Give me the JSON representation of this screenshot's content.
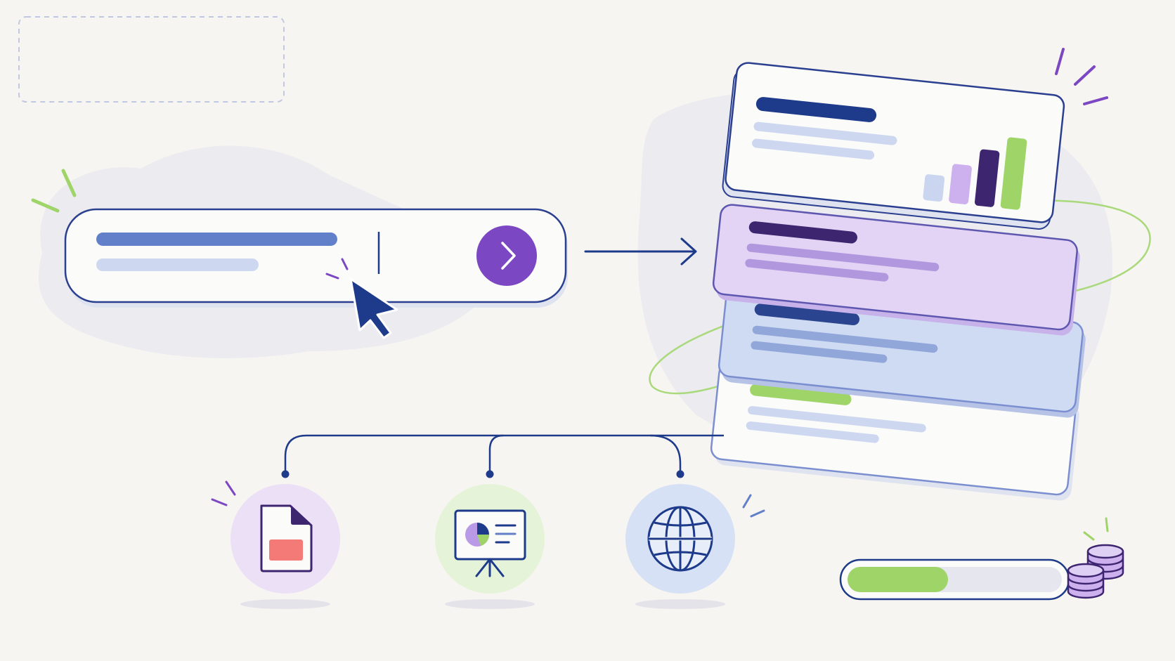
{
  "colors": {
    "background": "#f7f5f1",
    "navy": "#1e3a8a",
    "blue": "#6180c9",
    "light_blue": "#cad6f0",
    "purple": "#7b47c2",
    "lavender": "#d9c8f0",
    "dark_purple": "#3d2570",
    "green": "#9ed468",
    "coral": "#f47a78"
  },
  "search_bar": {
    "icons": [
      "submit-chevron-icon",
      "pointer-cursor-icon"
    ]
  },
  "result_cards": [
    {
      "name": "result-card-analytics",
      "fill": "#ffffff",
      "accent": "#1e3a8a",
      "has_bar_chart": true
    },
    {
      "name": "result-card-purple",
      "fill": "#e3d3f5",
      "accent": "#3d2570"
    },
    {
      "name": "result-card-blue",
      "fill": "#cfdbf3",
      "accent": "#2a448f"
    },
    {
      "name": "result-card-green",
      "fill": "#fbfbf9",
      "accent": "#9ed468"
    }
  ],
  "mini_bar_chart": {
    "values": [
      0.3,
      0.45,
      0.65,
      0.82
    ],
    "colors": [
      "#cad6f0",
      "#cdb0ee",
      "#3d2570",
      "#9ed468"
    ]
  },
  "outputs": [
    {
      "name": "document-output",
      "icon": "document-icon",
      "bubble": "#ece0f6"
    },
    {
      "name": "presentation-output",
      "icon": "presentation-icon",
      "bubble": "#e5f4d8"
    },
    {
      "name": "web-output",
      "icon": "globe-icon",
      "bubble": "#d7e1f5"
    }
  ],
  "progress": {
    "value": 0.47,
    "icon": "coins-icon"
  }
}
